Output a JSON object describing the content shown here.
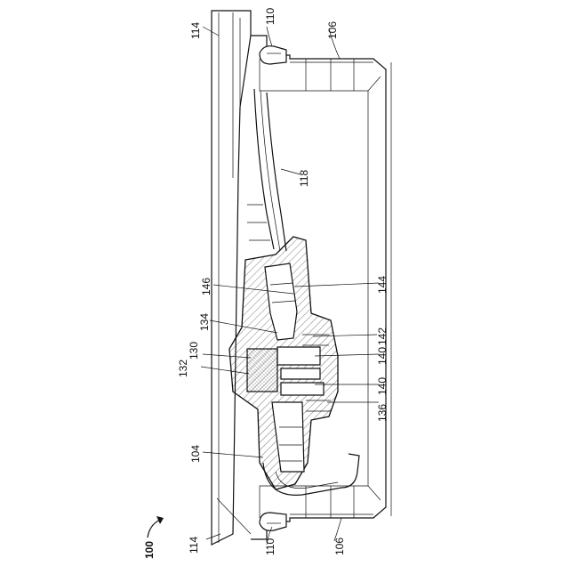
{
  "figure": {
    "labels": {
      "l114_top": "114",
      "l110_top": "110",
      "l106_top": "106",
      "l118": "118",
      "l146": "146",
      "l144": "144",
      "l134": "134",
      "l130": "130",
      "l132": "132",
      "l142": "142",
      "l140_a": "140",
      "l140_b": "140",
      "l136": "136",
      "l104": "104",
      "l114_bottom": "114",
      "l110_bottom": "110",
      "l106_bottom": "106",
      "l100": "100"
    }
  }
}
